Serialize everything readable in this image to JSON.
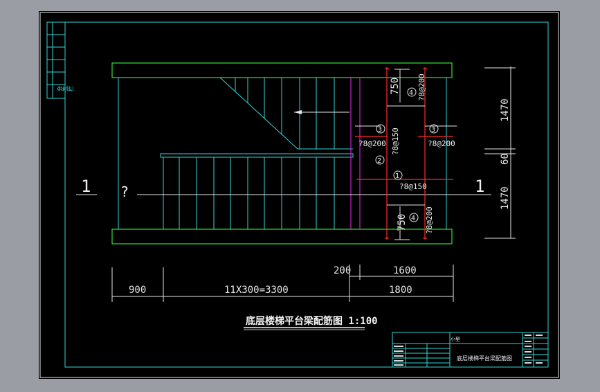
{
  "drawing": {
    "title": "底层楼梯平台梁配筋图 1:100",
    "section_mark": "1",
    "section_mark_right": "1",
    "question_mark": "?",
    "side_stamp": "会签栏"
  },
  "dimensions": {
    "bottom_row1": [
      "900",
      "11X300=3300",
      "1800"
    ],
    "bottom_row2": [
      "200",
      "1600"
    ],
    "right": [
      "1470",
      "60",
      "1470"
    ],
    "inner_750_top": "750",
    "inner_750_bottom": "750"
  },
  "rebar": {
    "top_4": "?8@200",
    "left_3": "?8@200",
    "right_3": "?8@200",
    "mid_2": "?8@150",
    "mid_1": "?8@150",
    "bottom_4": "?8@200"
  },
  "bar_marks": {
    "m1": "1",
    "m2": "2",
    "m3": "3",
    "m4": "4"
  },
  "title_block": {
    "header": "小型",
    "drawing_name": "底层楼梯平台梁配筋图"
  },
  "colors": {
    "sheet": "#000000",
    "frame": "#33d6d6",
    "stairs": "#33d6d6",
    "beams": "#2ee62e",
    "rebar": "#ff2a2a",
    "slab_edge": "#d21ed2",
    "text": "#e8e8e8"
  }
}
